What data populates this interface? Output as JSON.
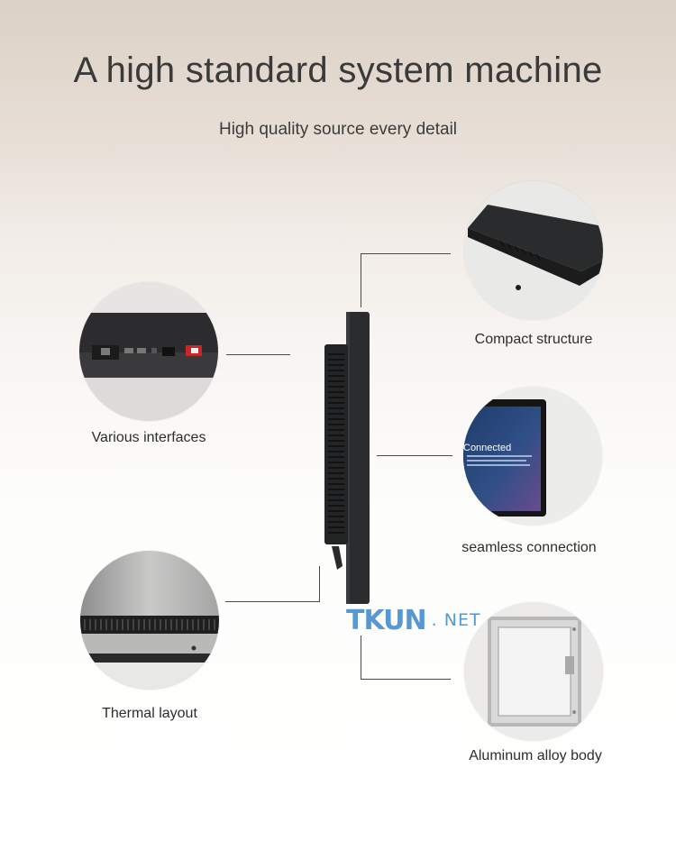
{
  "header": {
    "title": "A high standard system machine",
    "subtitle": "High quality source every detail"
  },
  "features": {
    "compact": "Compact structure",
    "interfaces": "Various interfaces",
    "seamless": "seamless connection",
    "thermal": "Thermal layout",
    "aluminum": "Aluminum alloy body"
  },
  "screen": {
    "connected_text": "Connected"
  },
  "watermark": {
    "main": "TKUN",
    "suffix": ". NET"
  },
  "colors": {
    "accent_blue": "#2f80c8",
    "device_black": "#2b2c2e",
    "line": "#4a4a4a"
  }
}
